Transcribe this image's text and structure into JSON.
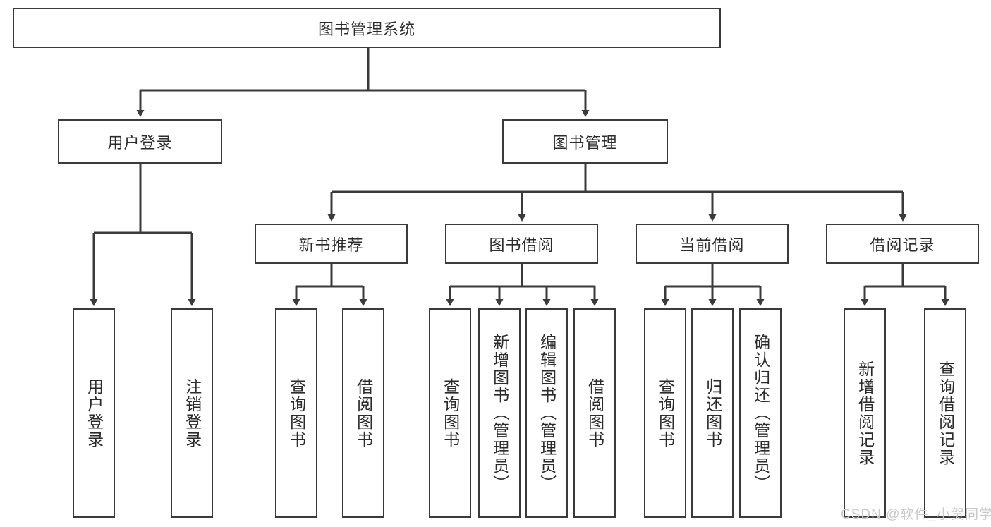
{
  "diagram": {
    "title_box": {
      "label": "图书管理系统"
    },
    "level2": [
      {
        "id": "user-login",
        "label": "用户登录"
      },
      {
        "id": "book-manage",
        "label": "图书管理"
      }
    ],
    "level3": [
      {
        "id": "new-book-recommend",
        "label": "新书推荐"
      },
      {
        "id": "book-borrow",
        "label": "图书借阅"
      },
      {
        "id": "current-borrow",
        "label": "当前借阅"
      },
      {
        "id": "borrow-record",
        "label": "借阅记录"
      }
    ],
    "leaves": [
      {
        "id": "leaf-user-login",
        "label": "用户登录"
      },
      {
        "id": "leaf-logout-login",
        "label": "注销登录"
      },
      {
        "id": "leaf-query-book-1",
        "label": "查询图书"
      },
      {
        "id": "leaf-borrow-book-1",
        "label": "借阅图书"
      },
      {
        "id": "leaf-query-book-2",
        "label": "查询图书"
      },
      {
        "id": "leaf-add-book",
        "label": "新增图书（管理员）"
      },
      {
        "id": "leaf-edit-book",
        "label": "编辑图书（管理员）"
      },
      {
        "id": "leaf-borrow-book-2",
        "label": "借阅图书"
      },
      {
        "id": "leaf-query-book-3",
        "label": "查询图书"
      },
      {
        "id": "leaf-return-book",
        "label": "归还图书"
      },
      {
        "id": "leaf-confirm-return",
        "label": "确认归还（管理员）"
      },
      {
        "id": "leaf-add-borrow-record",
        "label": "新增借阅记录"
      },
      {
        "id": "leaf-query-borrow-record",
        "label": "查询借阅记录"
      }
    ],
    "watermark": "CSDN @软件_小贺同学",
    "colors": {
      "stroke": "#3a3a3a",
      "text": "#2b2b2b",
      "background": "#ffffff",
      "watermark": "#c9c9c9"
    }
  },
  "chart_data": {
    "type": "table",
    "title": "图书管理系统",
    "hierarchy": [
      {
        "label": "图书管理系统",
        "children": [
          {
            "label": "用户登录",
            "children": [
              {
                "label": "用户登录",
                "children": []
              },
              {
                "label": "注销登录",
                "children": []
              }
            ]
          },
          {
            "label": "图书管理",
            "children": [
              {
                "label": "新书推荐",
                "children": [
                  {
                    "label": "查询图书",
                    "children": []
                  },
                  {
                    "label": "借阅图书",
                    "children": []
                  }
                ]
              },
              {
                "label": "图书借阅",
                "children": [
                  {
                    "label": "查询图书",
                    "children": []
                  },
                  {
                    "label": "新增图书（管理员）",
                    "children": []
                  },
                  {
                    "label": "编辑图书（管理员）",
                    "children": []
                  },
                  {
                    "label": "借阅图书",
                    "children": []
                  }
                ]
              },
              {
                "label": "当前借阅",
                "children": [
                  {
                    "label": "查询图书",
                    "children": []
                  },
                  {
                    "label": "归还图书",
                    "children": []
                  },
                  {
                    "label": "确认归还（管理员）",
                    "children": []
                  }
                ]
              },
              {
                "label": "借阅记录",
                "children": [
                  {
                    "label": "新增借阅记录",
                    "children": []
                  },
                  {
                    "label": "查询借阅记录",
                    "children": []
                  }
                ]
              }
            ]
          }
        ]
      }
    ]
  }
}
